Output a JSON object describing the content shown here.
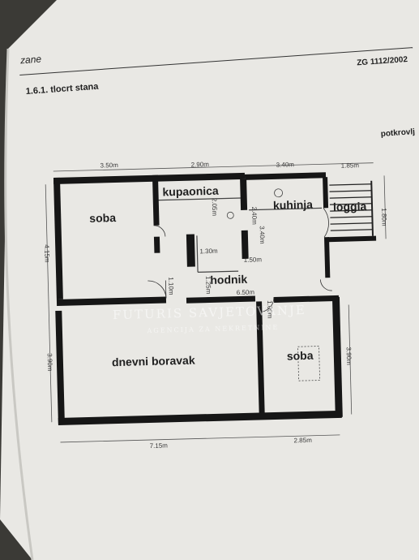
{
  "header": {
    "section_word": "zane",
    "heading": "1.6.1. tlocrt stana",
    "code": "ZG 1112/2002",
    "corner": "potkrovlj"
  },
  "dimensions": {
    "top_1": "3.50m",
    "top_2": "2.90m",
    "top_3": "3.40m",
    "top_4": "1.85m",
    "left_upper": "4.15m",
    "left_lower": "3.90m",
    "right_loggia": "1.80m",
    "right_lower": "3.90m",
    "bath_height": "2.05m",
    "kitchen_wall_a": "2.40m",
    "kitchen_wall_b": "3.40m",
    "center_a": "1.30m",
    "center_b": "1.50m",
    "hall_a": "1.10m",
    "hall_b": "1.25m",
    "hall_width": "6.50m",
    "door_gap": "1.00m",
    "bottom_1": "7.15m",
    "bottom_2": "2.85m"
  },
  "rooms": {
    "room_bedroom_1": "soba",
    "bathroom": "kupaonica",
    "kitchen": "kuhinja",
    "loggia": "loggia",
    "hallway": "hodnik",
    "living_room": "dnevni boravak",
    "room_bedroom_2": "soba"
  },
  "watermark": {
    "line1": "FUTURIS SAVJETOVANJE",
    "line2": "AGENCIJA ZA NEKRETNINE"
  },
  "colors": {
    "paper": "#e9e8e4",
    "wall": "#161616",
    "background": "#3b3a36"
  }
}
